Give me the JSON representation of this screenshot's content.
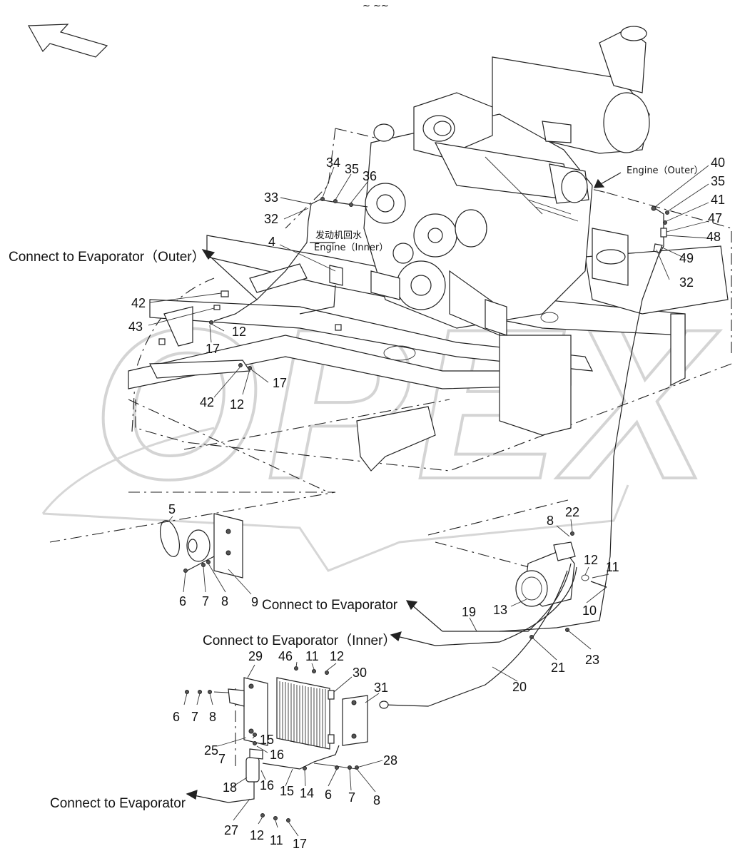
{
  "callouts": {
    "c34": "34",
    "c35a": "35",
    "c36": "36",
    "c33": "33",
    "c32a": "32",
    "c4": "4",
    "c40": "40",
    "c35b": "35",
    "c41": "41",
    "c47": "47",
    "c48": "48",
    "c49": "49",
    "c32b": "32",
    "c42a": "42",
    "c43": "43",
    "c12a": "12",
    "c17a": "17",
    "c17b": "17",
    "c42b": "42",
    "c12b": "12",
    "c5": "5",
    "c6a": "6",
    "c7a": "7",
    "c8a": "8",
    "c9": "9",
    "c8b": "8",
    "c22": "22",
    "c12c": "12",
    "c11a": "11",
    "c13": "13",
    "c10": "10",
    "c19": "19",
    "c21": "21",
    "c23": "23",
    "c20": "20",
    "c29": "29",
    "c46": "46",
    "c11b": "11",
    "c12d": "12",
    "c30": "30",
    "c31": "31",
    "c6b": "6",
    "c7b": "7",
    "c8c": "8",
    "c15a": "15",
    "c25": "25",
    "c7c": "7",
    "c16a": "16",
    "c28": "28",
    "c18": "18",
    "c16b": "16",
    "c15b": "15",
    "c14": "14",
    "c6c": "6",
    "c7d": "7",
    "c8d": "8",
    "c27": "27",
    "c12e": "12",
    "c11c": "11",
    "c17c": "17"
  },
  "captions": {
    "evap_outer": "Connect to Evaporator（Outer）",
    "engine_outer": "Engine（Outer）",
    "engine_return_cn": "发动机回水",
    "engine_inner": "Engine（Inner）",
    "evap_mid": "Connect to Evaporator",
    "evap_inner": "Connect to Evaporator（Inner）",
    "evap_bottom": "Connect to Evaporator"
  },
  "watermark": "OPEX",
  "top_mark": "~ ~~"
}
